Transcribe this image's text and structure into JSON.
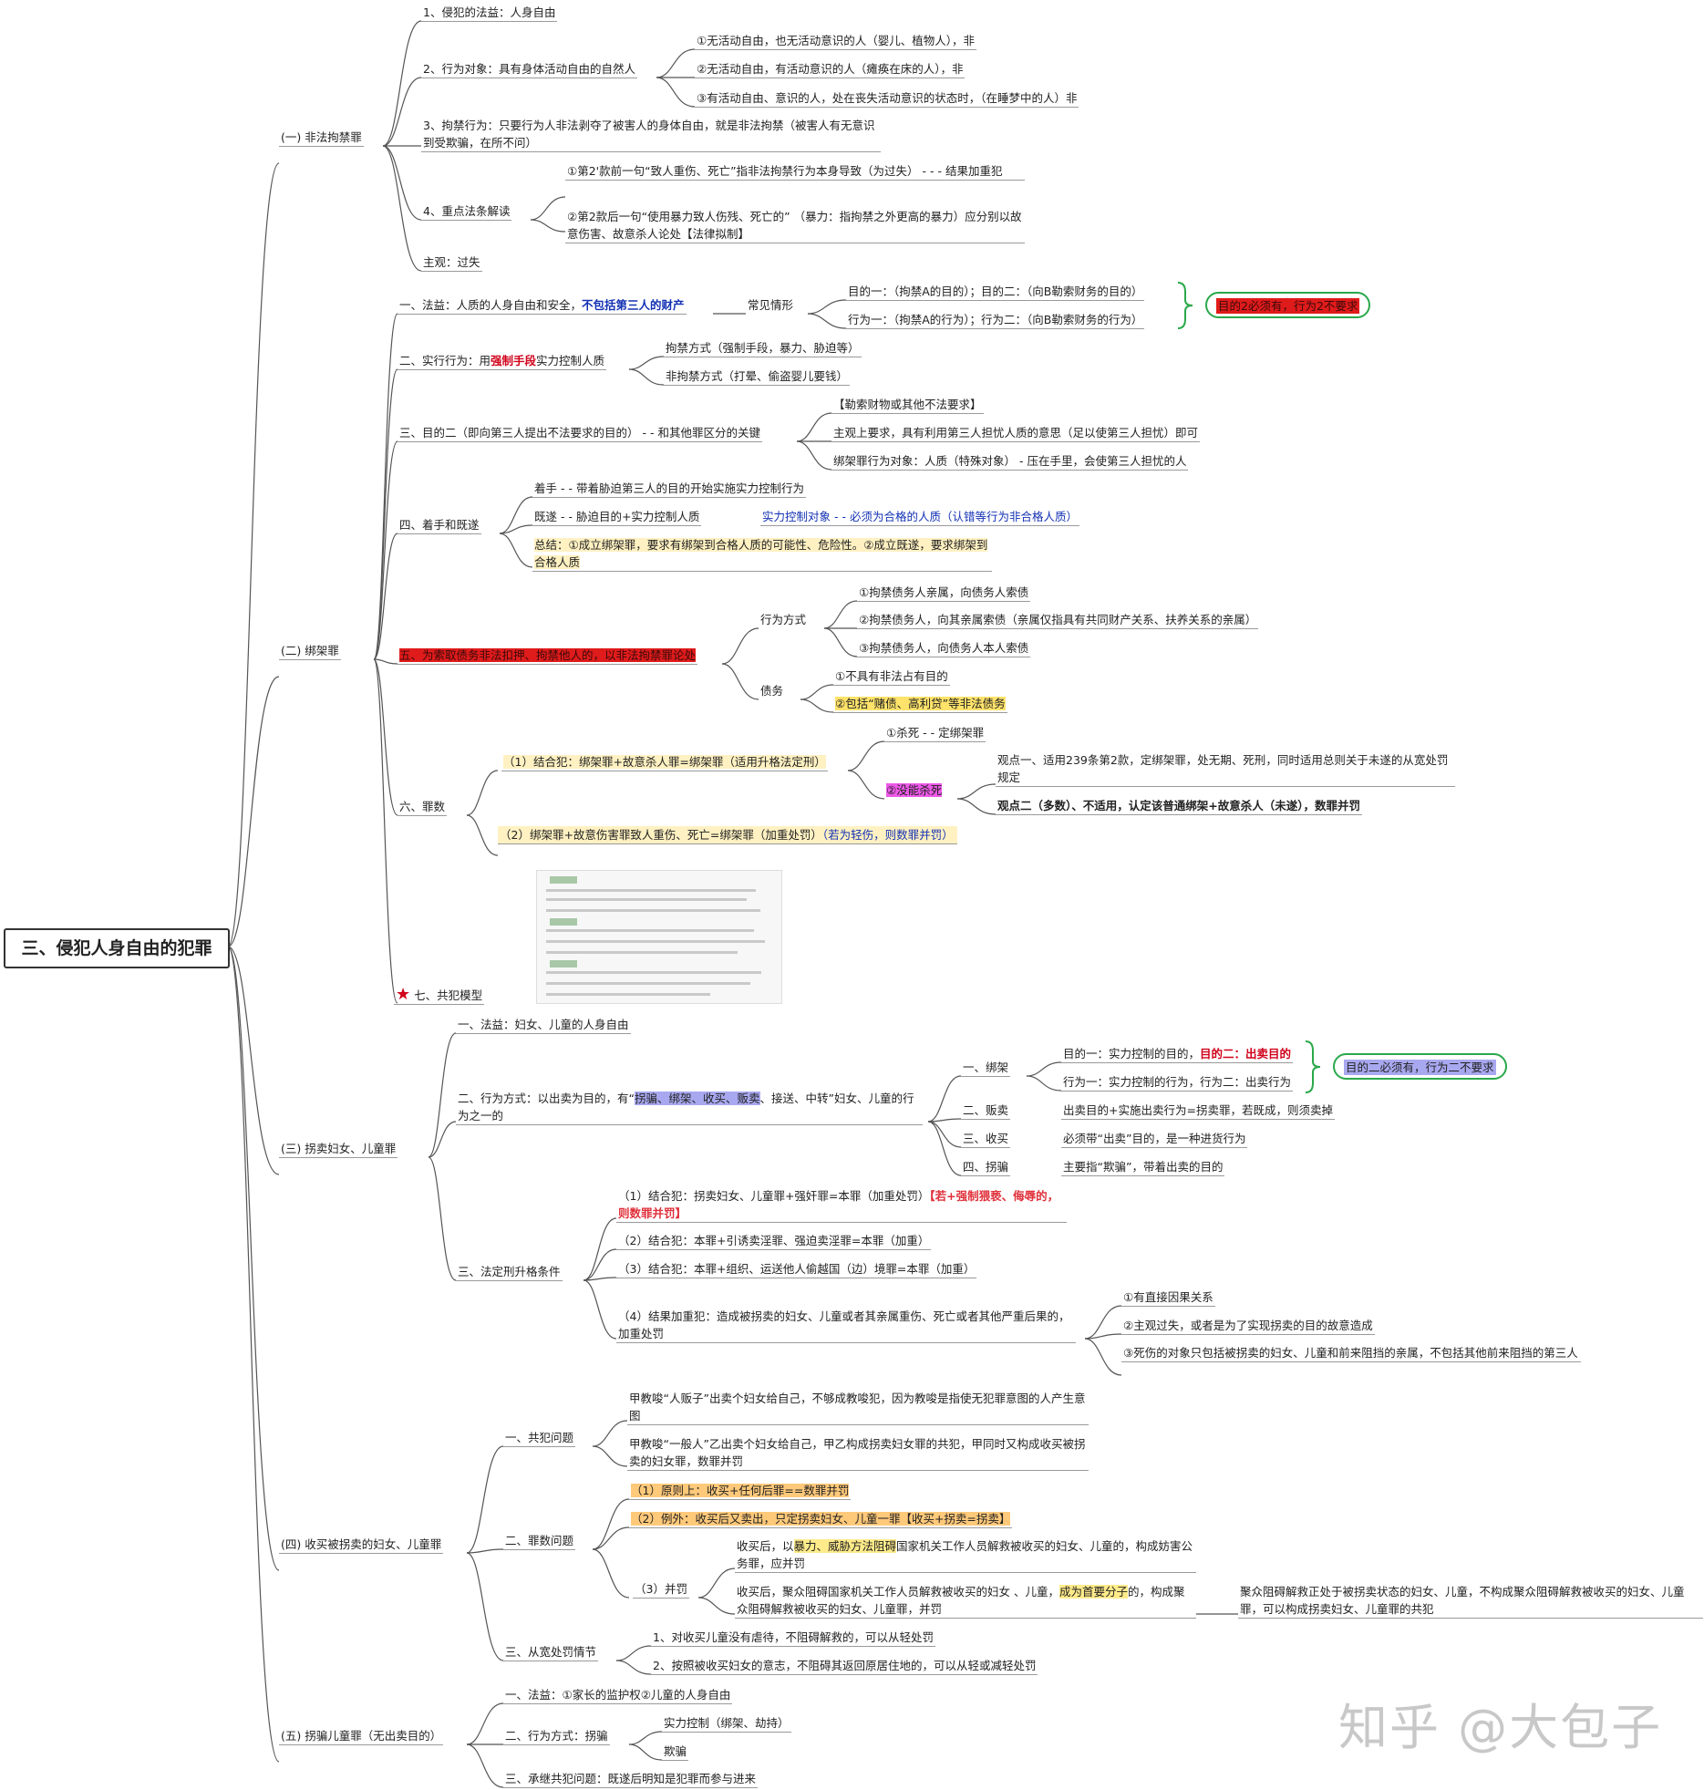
{
  "root": "三、侵犯人身自由的犯罪",
  "s1": {
    "title": "(一) 非法拘禁罪",
    "c1": "1、侵犯的法益：人身自由",
    "c2": "2、行为对象：具有身体活动自由的自然人",
    "c2a": "①无活动自由，也无活动意识的人（婴儿、植物人），非",
    "c2b": "②无活动自由，有活动意识的人（瘫痪在床的人），非",
    "c2c": "③有活动自由、意识的人，处在丧失活动意识的状态时，（在睡梦中的人）非",
    "c3": "3、拘禁行为：只要行为人非法剥夺了被害人的身体自由，就是非法拘禁（被害人有无意识到受欺骗，在所不问）",
    "c4": "4、重点法条解读",
    "c4a": "①第2'款前一句“致人重伤、死亡”指非法拘禁行为本身导致（为过失） - - - 结果加重犯",
    "c4b": "②第2款后一句“使用暴力致人伤残、死亡的” （暴力：指拘禁之外更高的暴力）应分别以故意伤害、故意杀人论处【法律拟制】",
    "c5": "主观：过失"
  },
  "s2": {
    "title": "(二) 绑架罪",
    "a1_pre": "一、法益：人质的人身自由和安全，",
    "a1_em": "不包括第三人的财产",
    "a1_sub": "常见情形",
    "a1_x": "目的一：（拘禁A的目的）；目的二：（向B勒索财务的目的）",
    "a1_y": "行为一：（拘禁A的行为）；行为二：（向B勒索财务的行为）",
    "a1_call": "目的2必须有，行为2不要求",
    "a2_pre": "二、实行行为：用",
    "a2_em": "强制手段",
    "a2_post": "实力控制人质",
    "a2_x": "拘禁方式（强制手段，暴力、胁迫等）",
    "a2_y": "非拘禁方式（打晕、偷盗婴儿要钱）",
    "a3": "三、目的二（即向第三人提出不法要求的目的） - - 和其他罪区分的关键",
    "a3_x": "【勒索财物或其他不法要求】",
    "a3_y": "主观上要求，具有利用第三人担忧人质的意思（足以使第三人担忧）即可",
    "a3_z": "绑架罪行为对象：人质（特殊对象） - 压在手里，会使第三人担忧的人",
    "a4": "四、着手和既遂",
    "a4_x": "着手 - - 带着胁迫第三人的目的开始实施实力控制行为",
    "a4_y": "既遂 - - 胁迫目的+实力控制人质",
    "a4_y2": "实力控制对象 - - 必须为合格的人质（认错等行为非合格人质）",
    "a4_z": "总结：①成立绑架罪，要求有绑架到合格人质的可能性、危险性。②成立既遂，要求绑架到合格人质",
    "a5": "五、为索取债务非法扣押、拘禁他人的，以非法拘禁罪论处",
    "a5_m": "行为方式",
    "a5_m1": "①拘禁债务人亲属，向债务人索债",
    "a5_m2": "②拘禁债务人，向其亲属索债（亲属仅指具有共同财产关系、扶养关系的亲属）",
    "a5_m3": "③拘禁债务人，向债务人本人索债",
    "a5_d": "债务",
    "a5_d1": "①不具有非法占有目的",
    "a5_d2": "②包括“赌债、高利贷”等非法债务",
    "a6": "六、罪数",
    "a6_1": "（1）结合犯：绑架罪+故意杀人罪=绑架罪（适用升格法定刑）",
    "a6_1a": "①杀死 - - 定绑架罪",
    "a6_1b": "②没能杀死",
    "a6_1b1": "观点一、适用239条第2款，定绑架罪，处无期、死刑，同时适用总则关于未遂的从宽处罚规定",
    "a6_1b2": "观点二（多数）、不适用，认定该普通绑架+故意杀人（未遂），数罪并罚",
    "a6_2": "（2）绑架罪+故意伤害罪致人重伤、死亡=绑架罪（加重处罚）",
    "a6_2b": "（若为轻伤，则数罪并罚）",
    "a7": "七、共犯模型"
  },
  "s3": {
    "title": "(三) 拐卖妇女、儿童罪",
    "b1": "一、法益：妇女、儿童的人身自由",
    "b2_pre": "二、行为方式：以出卖为目的，有“",
    "b2_hl": "拐骗、绑架、收买、贩卖",
    "b2_post": "、接送、中转”妇女、儿童的行为之一的",
    "b2_1": "一、绑架",
    "b2_1x_pre": "目的一：实力控制的目的，",
    "b2_1x_em": "目的二：出卖目的",
    "b2_1y": "行为一：实力控制的行为，行为二：出卖行为",
    "b2_call": "目的二必须有，行为二不要求",
    "b2_2": "二、贩卖",
    "b2_2x": "出卖目的+实施出卖行为=拐卖罪，若既成，则须卖掉",
    "b2_3": "三、收买",
    "b2_3x": "必须带“出卖”目的，是一种进货行为",
    "b2_4": "四、拐骗",
    "b2_4x": "主要指“欺骗”，带着出卖的目的",
    "b3": "三、法定刑升格条件",
    "b3_1": "（1）结合犯：拐卖妇女、儿童罪+强奸罪=本罪（加重处罚）",
    "b3_1b": "【若+强制猥亵、侮辱的，则数罪并罚】",
    "b3_2": "（2）结合犯：本罪+引诱卖淫罪、强迫卖淫罪=本罪（加重）",
    "b3_3": "（3）结合犯：本罪+组织、运送他人偷越国（边）境罪=本罪（加重）",
    "b3_4": "（4）结果加重犯：造成被拐卖的妇女、儿童或者其亲属重伤、死亡或者其他严重后果的，加重处罚",
    "b3_4a": "①有直接因果关系",
    "b3_4b": "②主观过失，或者是为了实现拐卖的目的故意造成",
    "b3_4c": "③死伤的对象只包括被拐卖的妇女、儿童和前来阻挡的亲属，不包括其他前来阻挡的第三人"
  },
  "s4": {
    "title": "(四) 收买被拐卖的妇女、儿童罪",
    "d1": "一、共犯问题",
    "d1a": "甲教唆“人贩子”出卖个妇女给自己，不够成教唆犯，因为教唆是指使无犯罪意图的人产生意图",
    "d1b": "甲教唆“一般人”乙出卖个妇女给自己，甲乙构成拐卖妇女罪的共犯，甲同时又构成收买被拐卖的妇女罪，数罪并罚",
    "d2": "二、罪数问题",
    "d2a": "（1）原则上：收买+任何后罪==数罪并罚",
    "d2b": "（2）例外：收买后又卖出，只定拐卖妇女、儿童一罪【收买+拐卖=拐卖】",
    "d2c": "（3）并罚",
    "d2c1_pre": "收买后，以",
    "d2c1_hl": "暴力、威胁方法阻碍",
    "d2c1_post": "国家机关工作人员解救被收买的妇女、儿童的，构成妨害公务罪，应并罚",
    "d2c2_pre": "收买后，聚众阻碍国家机关工作人员解救被收买的妇女 、儿童，",
    "d2c2_hl": "成为首要分子",
    "d2c2_post": "的，构成聚众阻碍解救被收买的妇女、儿童罪，并罚",
    "d2c3": "聚众阻碍解救正处于被拐卖状态的妇女、儿童，不构成聚众阻碍解救被收买的妇女、儿童罪，可以构成拐卖妇女、儿童罪的共犯",
    "d3": "三、从宽处罚情节",
    "d3a": "1、对收买儿童没有虐待，不阻碍解救的，可以从轻处罚",
    "d3b": "2、按照被收买妇女的意志，不阻碍其返回原居住地的，可以从轻或减轻处罚"
  },
  "s5": {
    "title": "(五) 拐骗儿童罪（无出卖目的）",
    "e1": "一、法益：①家长的监护权②儿童的人身自由",
    "e2": "二、行为方式：拐骗",
    "e2a": "实力控制（绑架、劫持）",
    "e2b": "欺骗",
    "e3": "三、承继共犯问题：既遂后明知是犯罪而参与进来"
  },
  "watermark": "知乎 @大包子"
}
